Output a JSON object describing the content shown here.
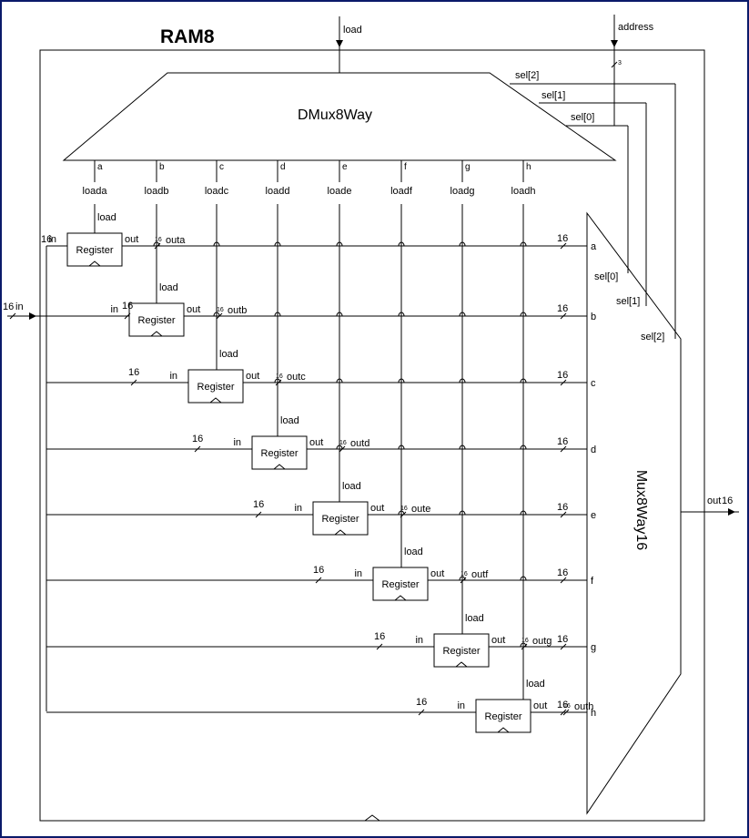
{
  "title": "RAM8",
  "inputs": {
    "load": "load",
    "address": "address",
    "in": "in",
    "in_width": "16",
    "address_width": "3"
  },
  "dmux": {
    "label": "DMux8Way",
    "sel_labels": [
      "sel[2]",
      "sel[1]",
      "sel[0]"
    ],
    "output_letters": [
      "a",
      "b",
      "c",
      "d",
      "e",
      "f",
      "g",
      "h"
    ],
    "load_labels": [
      "loada",
      "loadb",
      "loadc",
      "loadd",
      "loade",
      "loadf",
      "loadg",
      "loadh"
    ]
  },
  "registers": {
    "label": "Register",
    "in_label": "in",
    "out_label": "out",
    "load_label": "load",
    "out_names": [
      "outa",
      "outb",
      "outc",
      "outd",
      "oute",
      "outf",
      "outg",
      "outh"
    ]
  },
  "bus_width": "16",
  "mux": {
    "label": "Mux8Way16",
    "input_letters": [
      "a",
      "b",
      "c",
      "d",
      "e",
      "f",
      "g",
      "h"
    ],
    "sel_labels": [
      "sel[0]",
      "sel[1]",
      "sel[2]"
    ]
  },
  "output": {
    "label": "out",
    "width": "16"
  }
}
